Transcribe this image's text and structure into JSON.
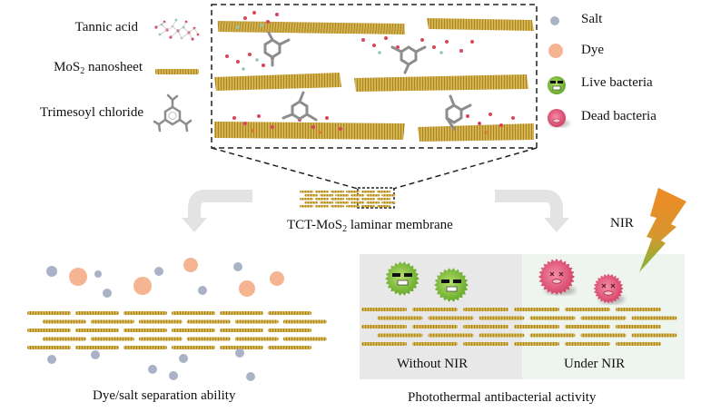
{
  "legend_left": {
    "items": [
      {
        "label": "Tannic acid",
        "icon": "tannic-acid-molecule"
      },
      {
        "label_main": "MoS",
        "label_sub": "2",
        "label_rest": " nanosheet",
        "icon": "mos2-nanosheet"
      },
      {
        "label": "Trimesoyl chloride",
        "icon": "trimesoyl-chloride-molecule"
      }
    ]
  },
  "legend_right": {
    "items": [
      {
        "label": "Salt",
        "icon": "salt-particle",
        "color": "#a9b2c6"
      },
      {
        "label": "Dye",
        "icon": "dye-particle",
        "color": "#f5b592"
      },
      {
        "label": "Live bacteria",
        "icon": "live-bacteria",
        "color": "#7cbf3a"
      },
      {
        "label": "Dead bacteria",
        "icon": "dead-bacteria",
        "color": "#e0557a"
      }
    ]
  },
  "center": {
    "membrane_label_main": "TCT-MoS",
    "membrane_label_sub": "2",
    "membrane_label_rest": " laminar membrane"
  },
  "bottom_left": {
    "caption": "Dye/salt separation ability"
  },
  "bottom_right": {
    "caption": "Photothermal antibacterial activity",
    "panel_left_label": "Without  NIR",
    "panel_right_label": "Under NIR",
    "nir_label": "NIR"
  },
  "colors": {
    "nanosheet": "#c9a640",
    "salt": "#a9b2c6",
    "dye": "#f5b592",
    "live_bacteria": "#7cbf3a",
    "dead_bacteria": "#e0557a",
    "arrow_grey": "#e3e3e3",
    "bolt_top": "#f08a24",
    "bolt_bottom": "#7db83a"
  }
}
